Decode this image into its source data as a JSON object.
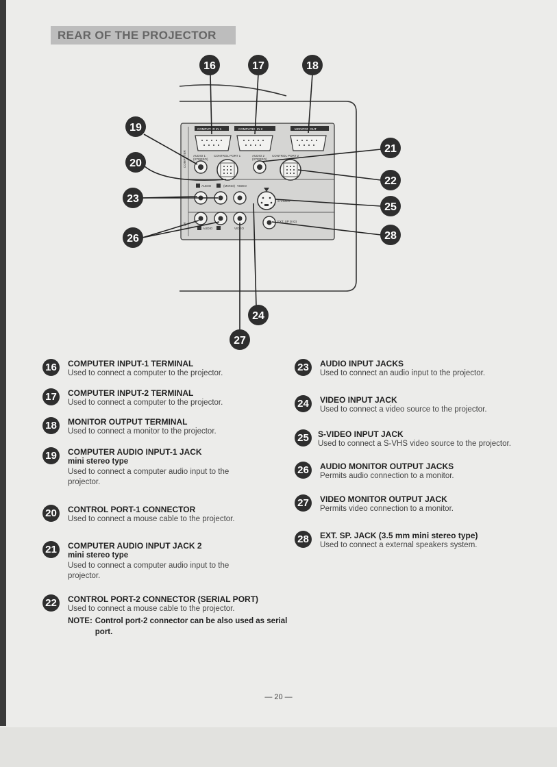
{
  "section_heading": "REAR OF THE PROJECTOR",
  "diagram": {
    "panel_labels": {
      "computer_in_1": "COMPUTER IN 1",
      "computer_in_2": "COMPUTER IN 2",
      "monitor_out": "MONITOR OUT",
      "computer_side": "COMPUTER",
      "audio_1": "AUDIO 1",
      "audio_1_sub": "(STEREO)",
      "control_port_1": "CONTROL PORT 1",
      "audio_2": "AUDIO 2",
      "audio_2_sub": "(STEREO)",
      "control_port_2": "CONTROL PORT 2",
      "av_audio": "AUDIO",
      "av_mono": "(MONO)",
      "av_video": "VIDEO",
      "s_video": "S-VIDEO",
      "av_side": "AV",
      "ext_sp": "EXT. SP (8 Ω)",
      "audio_out": "AUDIO",
      "video_out": "VIDEO"
    },
    "callouts": [
      "16",
      "17",
      "18",
      "19",
      "20",
      "21",
      "22",
      "23",
      "24",
      "25",
      "26",
      "27",
      "28"
    ]
  },
  "items": [
    {
      "num": "16",
      "title": "COMPUTER INPUT-1 TERMINAL",
      "sub": "",
      "desc": "Used to connect a computer to the projector.",
      "note": ""
    },
    {
      "num": "17",
      "title": "COMPUTER INPUT-2 TERMINAL",
      "sub": "",
      "desc": "Used to connect a computer to the projector.",
      "note": ""
    },
    {
      "num": "18",
      "title": "MONITOR OUTPUT TERMINAL",
      "sub": "",
      "desc": "Used to connect a monitor to the projector.",
      "note": ""
    },
    {
      "num": "19",
      "title": "COMPUTER AUDIO INPUT-1 JACK",
      "sub": "mini stereo type",
      "desc": "Used to connect a computer audio input to the projector.",
      "note": ""
    },
    {
      "num": "20",
      "title": "CONTROL PORT-1 CONNECTOR",
      "sub": "",
      "desc": "Used to connect a mouse cable  to the projector.",
      "note": ""
    },
    {
      "num": "21",
      "title": "COMPUTER AUDIO INPUT JACK 2",
      "sub": "mini stereo type",
      "desc": "Used to connect a computer audio input to the projector.",
      "note": ""
    },
    {
      "num": "22",
      "title": "CONTROL PORT-2 CONNECTOR (SERIAL PORT)",
      "sub": "",
      "desc": "Used to connect a mouse cable  to the projector.",
      "note_label": "NOTE:",
      "note": "Control port-2 connector can be also used as serial port."
    },
    {
      "num": "23",
      "title": "AUDIO INPUT JACKS",
      "sub": "",
      "desc": "Used to connect an audio input to the projector.",
      "note": ""
    },
    {
      "num": "24",
      "title": "VIDEO INPUT JACK",
      "sub": "",
      "desc": "Used to connect a video source to the projector.",
      "note": ""
    },
    {
      "num": "25",
      "title": "S-VIDEO INPUT JACK",
      "sub": "",
      "desc": "Used to connect a S-VHS video source to the projector.",
      "note": ""
    },
    {
      "num": "26",
      "title": "AUDIO MONITOR OUTPUT JACKS",
      "sub": "",
      "desc": "Permits audio connection to a monitor.",
      "note": ""
    },
    {
      "num": "27",
      "title": "VIDEO MONITOR OUTPUT JACK",
      "sub": "",
      "desc": "Permits video connection to a monitor.",
      "note": ""
    },
    {
      "num": "28",
      "title": "EXT. SP. JACK (3.5 mm mini stereo type)",
      "sub": "",
      "desc": "Used to connect a external speakers system.",
      "note": ""
    }
  ],
  "page_number": "— 20 —"
}
